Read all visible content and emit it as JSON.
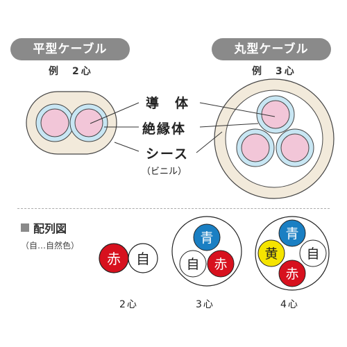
{
  "flat_cable": {
    "title": "平型ケーブル",
    "example": "例　2心"
  },
  "round_cable": {
    "title": "丸型ケーブル",
    "example": "例　3心"
  },
  "labels": {
    "conductor": "導　体",
    "insulation": "絶縁体",
    "sheath": "シース",
    "sheath_note": "（ビニル）"
  },
  "legend": {
    "title": "配列図",
    "subtitle": "（自…自然色）",
    "diagrams": [
      {
        "count_label": "2心",
        "cores": [
          "赤",
          "自"
        ]
      },
      {
        "count_label": "3心",
        "cores": [
          "青",
          "自",
          "赤"
        ]
      },
      {
        "count_label": "4心",
        "cores": [
          "青",
          "黄",
          "自",
          "赤"
        ]
      }
    ]
  },
  "colors": {
    "red": "#d7111e",
    "blue": "#1a7fc3",
    "yellow": "#f5e400",
    "white": "#ffffff",
    "sheath": "#f2eadb",
    "insulation": "#c8e6f3",
    "conductor": "#f2c6d8",
    "pill": "#8a8a8a"
  }
}
